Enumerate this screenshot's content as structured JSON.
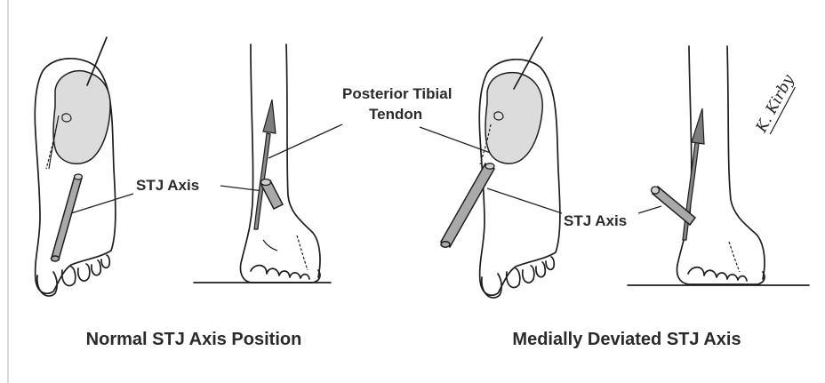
{
  "labels": {
    "stj_axis_left": "STJ Axis",
    "posterior_tibial_line1": "Posterior Tibial",
    "posterior_tibial_line2": "Tendon",
    "stj_axis_right": "STJ Axis",
    "signature": "K. Kirby"
  },
  "captions": {
    "left": "Normal STJ Axis Position",
    "right": "Medially Deviated STJ Axis"
  },
  "colors": {
    "talus_fill": "#dcdcdc",
    "axis_rod_fill": "#a9a9a9",
    "tendon_fill": "#8a8a8a",
    "line": "#1e1e1e"
  }
}
